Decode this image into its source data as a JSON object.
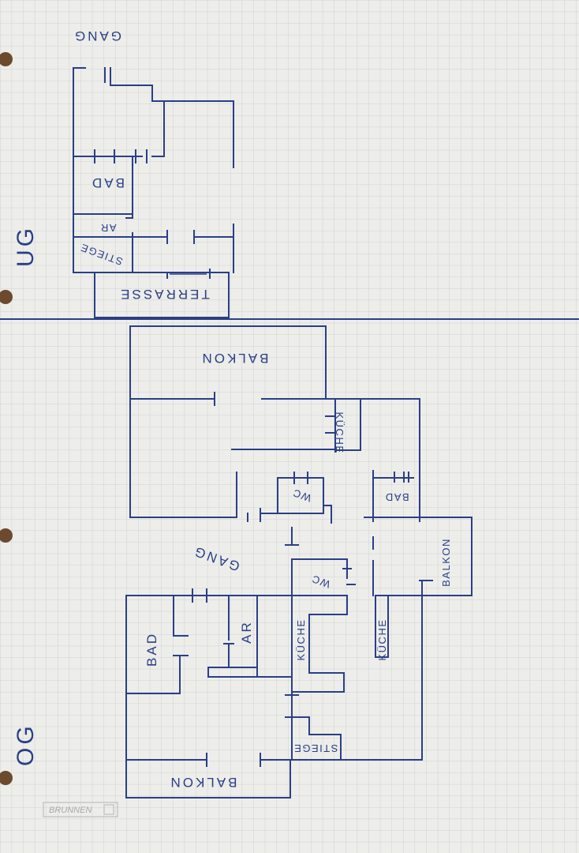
{
  "floors": {
    "ug": "UG",
    "og": "OG"
  },
  "rooms": {
    "ug_gang": "GANG",
    "ug_bad": "BAD",
    "ug_ar": "AR",
    "ug_stiege": "STIEGE",
    "ug_terrasse": "TERRASSE",
    "og_balkon_top": "BALKON",
    "og_kueche_top": "KÜCHE",
    "og_wc_top": "WC",
    "og_bad_right": "BAD",
    "og_gang": "GANG",
    "og_wc_mid": "WC",
    "og_balkon_right": "BALKON",
    "og_bad_left": "BAD",
    "og_ar": "AR",
    "og_kueche_mid": "KÜCHE",
    "og_kueche_right": "KÜCHE",
    "og_stiege": "STIEGE",
    "og_balkon_bottom": "BALKON"
  },
  "brand": "BRUNNEN",
  "colors": {
    "paper": "#ededea",
    "grid": "#c9ccd0",
    "ink": "#2a3f86"
  }
}
